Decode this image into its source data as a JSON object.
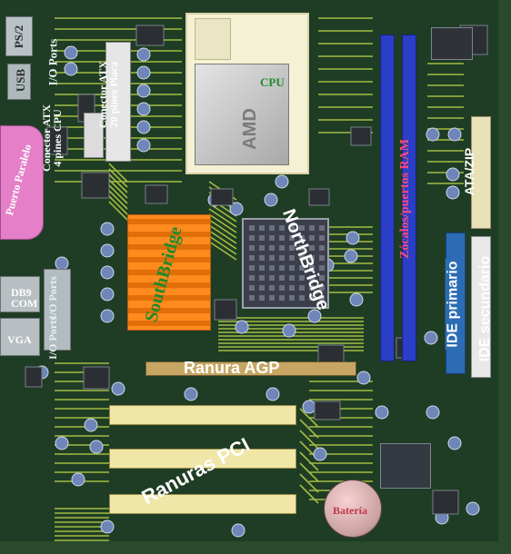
{
  "labels": {
    "ps2": "PS/2",
    "usb": "USB",
    "io_ports_top": "I/O Ports",
    "io_ports_mid": "I/O Ports",
    "io_ports_vga": "I/O Ports",
    "atx_cpu": "Conector ATX\n4 pines CPU",
    "atx_board": "Conector ATX\n20 pines Placa",
    "cpu": "CPU",
    "amd": "AMD",
    "parallel": "Puerto Paralelo",
    "db9": "DB9\nCOM",
    "vga": "VGA",
    "southbridge": "SouthBridge",
    "northbridge": "NorthBridge",
    "ram": "Zócalos/puertos RAM",
    "ata": "ATA/ZIP",
    "ide_primary": "IDE primario",
    "ide_secondary": "IDE secundario",
    "agp": "Ranura AGP",
    "pci": "Ranuras PCI",
    "battery": "Batería"
  },
  "colors": {
    "pcb": "#1f3d24",
    "trace": "#c9d84a",
    "cpu_socket": "#f4f1d4",
    "cpu_chip": "#c9c9c9",
    "parallel_port": "#e47fc8",
    "ram_slot": "#2a3ec6",
    "heatsink": "#ff8a1e",
    "pci_slot": "#f0e6a8",
    "agp_slot": "#c7a664",
    "label_green": "#1f8a2c",
    "label_white": "#ffffff",
    "ide_primary_bg": "#2b6cb4",
    "capacitor": "#6f86b8"
  }
}
